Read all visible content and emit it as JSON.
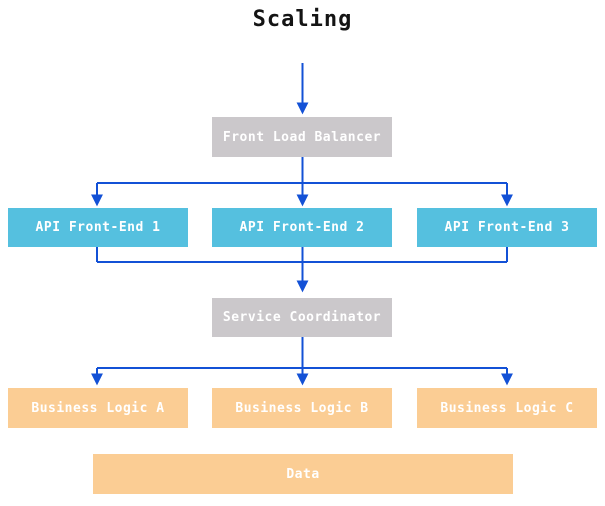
{
  "title": "Scaling",
  "colors": {
    "edge": "#1351d6",
    "balancer_fill": "#cbc8cb",
    "api_fill": "#55c0df",
    "logic_fill": "#fbcd94",
    "node_text": "#ffffff",
    "title_text": "#141414"
  },
  "nodes": {
    "front_load_balancer": {
      "label": "Front Load Balancer"
    },
    "api_front_end_1": {
      "label": "API Front-End 1"
    },
    "api_front_end_2": {
      "label": "API Front-End 2"
    },
    "api_front_end_3": {
      "label": "API Front-End 3"
    },
    "service_coordinator": {
      "label": "Service Coordinator"
    },
    "business_logic_a": {
      "label": "Business Logic A"
    },
    "business_logic_b": {
      "label": "Business Logic B"
    },
    "business_logic_c": {
      "label": "Business Logic C"
    },
    "data": {
      "label": "Data"
    }
  },
  "edges": [
    {
      "from": "top",
      "to": "front_load_balancer"
    },
    {
      "from": "front_load_balancer",
      "to": "api_front_end_1"
    },
    {
      "from": "front_load_balancer",
      "to": "api_front_end_2"
    },
    {
      "from": "front_load_balancer",
      "to": "api_front_end_3"
    },
    {
      "from": "api_front_end_1",
      "to": "service_coordinator"
    },
    {
      "from": "api_front_end_2",
      "to": "service_coordinator"
    },
    {
      "from": "api_front_end_3",
      "to": "service_coordinator"
    },
    {
      "from": "service_coordinator",
      "to": "business_logic_a"
    },
    {
      "from": "service_coordinator",
      "to": "business_logic_b"
    },
    {
      "from": "service_coordinator",
      "to": "business_logic_c"
    }
  ]
}
